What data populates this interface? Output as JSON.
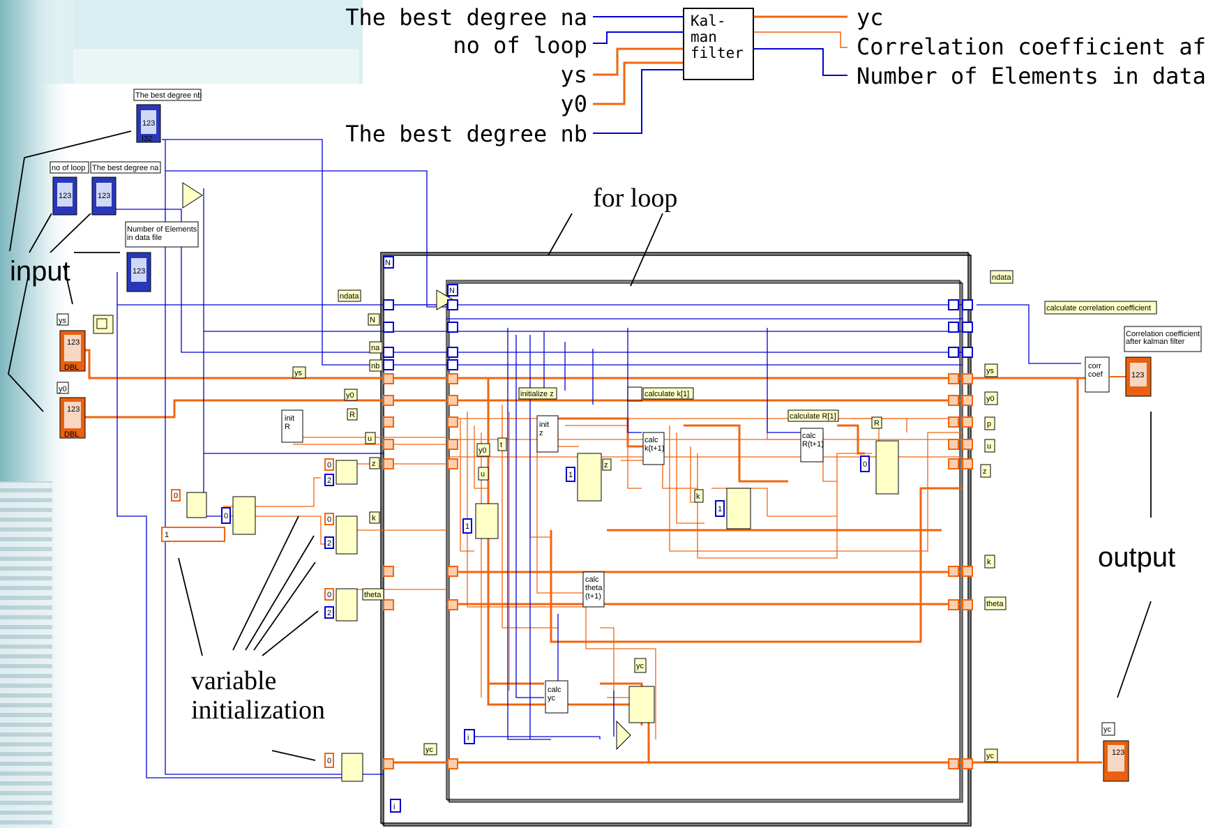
{
  "connector_pane": {
    "inputs": [
      "The best degree na",
      "no of loop",
      "ys",
      "y0",
      "The best degree nb"
    ],
    "node": "Kal-\nman\nfilter",
    "outputs": [
      "yc",
      "Correlation coefficient aft...",
      "Number of Elements in data ..."
    ]
  },
  "controls": {
    "nb": "The best degree nb",
    "loop": "no of loop",
    "na": "The best degree na",
    "nel": "Number of Elements\nin data file",
    "ys": "ys",
    "y0": "y0",
    "num": "123",
    "i32": "I32",
    "dbl": "DBL"
  },
  "wire_labels": {
    "ndata_left": "ndata",
    "ys_mid": "ys",
    "y0_mid": "y0",
    "R_mid": "R",
    "u_mid": "u",
    "z_mid": "z",
    "k_mid": "k",
    "theta_mid": "theta",
    "tun_N": "N",
    "tun_na": "na",
    "tun_nb": "nb",
    "yc_bottom": "yc"
  },
  "right_labels": {
    "ndata": "ndata",
    "ys": "ys",
    "y0": "y0",
    "p": "p",
    "u": "u",
    "z": "z",
    "k": "k",
    "theta": "theta",
    "yc": "yc",
    "calc_corr": "calculate correlation coefficient",
    "corr_out": "Correlation coefficient\nafter kalman filter",
    "yc_out": "yc"
  },
  "inner_labels": {
    "init_z": "initialize z",
    "calc_k": "calculate k[1]",
    "calc_R": "calculate R[1]",
    "R": "R",
    "y0": "y0",
    "t": "t",
    "u": "u",
    "z": "z",
    "k": "k",
    "yc": "yc"
  },
  "nodes": {
    "init_R": "init\nR",
    "init_z": "init\nz",
    "calc_k": "calc\nk(t+1)",
    "calc_R": "calc\nR(t+1)",
    "calc_theta": "calc\ntheta\n(t+1)",
    "calc_yc": "calc\nyc",
    "corr": "corr\ncoef"
  },
  "constants": {
    "zero": "0",
    "one": "1",
    "two": "2",
    "N": "N",
    "i": "i"
  },
  "annotations": {
    "for_loop": "for loop",
    "input": "input",
    "output": "output",
    "variable_init": "variable\ninitialization"
  },
  "colors": {
    "orange": "#f2640f",
    "blue": "#0000d0",
    "bg_tint": "#d9eef0"
  }
}
